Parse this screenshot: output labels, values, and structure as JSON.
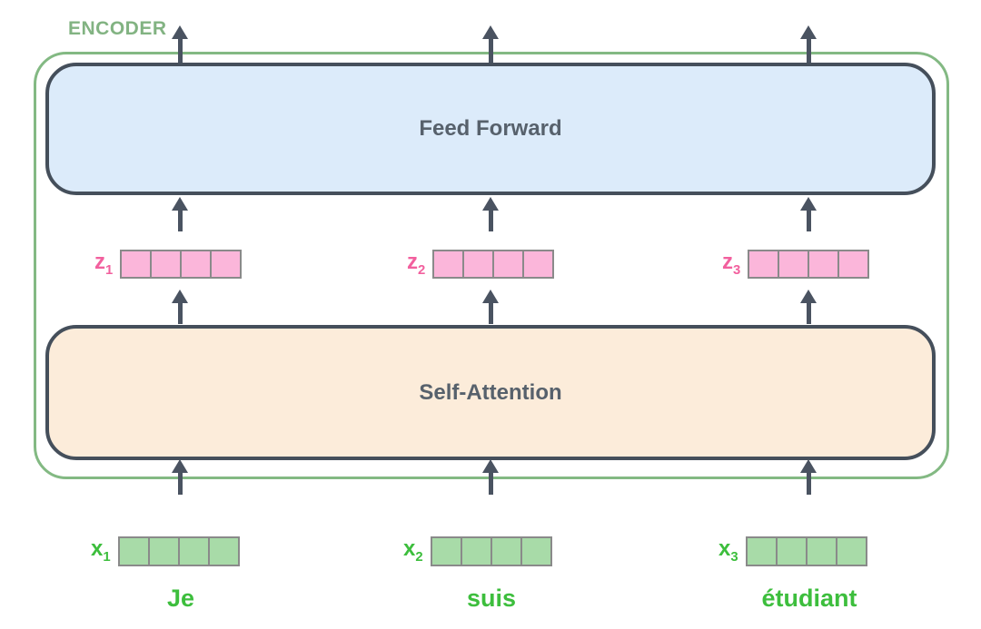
{
  "diagram": {
    "encoder_label": "ENCODER",
    "layers": {
      "feed_forward": {
        "label": "Feed Forward"
      },
      "self_attention": {
        "label": "Self-Attention"
      }
    },
    "z_vectors": [
      {
        "base": "z",
        "sub": "1",
        "cells": 4
      },
      {
        "base": "z",
        "sub": "2",
        "cells": 4
      },
      {
        "base": "z",
        "sub": "3",
        "cells": 4
      }
    ],
    "x_vectors": [
      {
        "base": "x",
        "sub": "1",
        "cells": 4
      },
      {
        "base": "x",
        "sub": "2",
        "cells": 4
      },
      {
        "base": "x",
        "sub": "3",
        "cells": 4
      }
    ],
    "words": [
      "Je",
      "suis",
      "étudiant"
    ]
  },
  "colors": {
    "green-border": "#83B983",
    "green-label": "#82B382",
    "green-text": "#3DBE3D",
    "green-fill": "#A8DBA8",
    "pink-label": "#F2609E",
    "pink-fill": "#FBB6DA",
    "cell-border": "#8A8A8A",
    "box-border": "#454F5B",
    "box-text": "#57616C",
    "blue-fill": "#DCEBFA",
    "peach-fill": "#FCECDA",
    "arrow": "#4A5361"
  }
}
